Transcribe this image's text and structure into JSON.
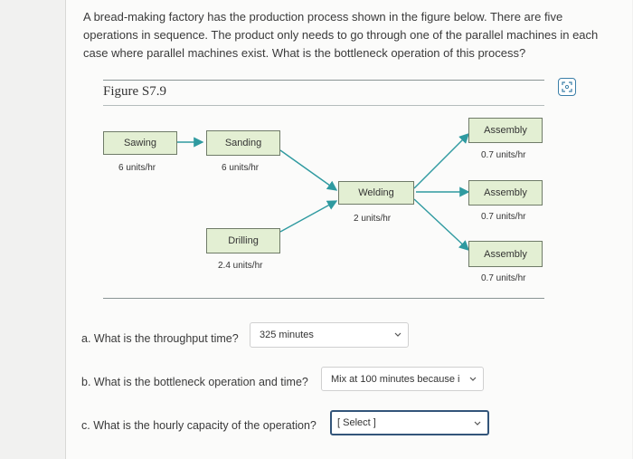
{
  "question": {
    "text": "A bread-making factory has the production process shown in the figure below. There are five operations in sequence. The product only needs to go through one of the parallel machines in each case where parallel machines exist. What is the bottleneck operation of this process?"
  },
  "figure": {
    "title": "Figure S7.9",
    "operations": {
      "sawing": {
        "label": "Sawing",
        "rate": "6 units/hr"
      },
      "sanding": {
        "label": "Sanding",
        "rate": "6 units/hr"
      },
      "drilling": {
        "label": "Drilling",
        "rate": "2.4 units/hr"
      },
      "welding": {
        "label": "Welding",
        "rate": "2 units/hr"
      },
      "assembly1": {
        "label": "Assembly",
        "rate": "0.7 units/hr"
      },
      "assembly2": {
        "label": "Assembly",
        "rate": "0.7 units/hr"
      },
      "assembly3": {
        "label": "Assembly",
        "rate": "0.7 units/hr"
      }
    }
  },
  "answers": {
    "a": {
      "prompt": "a. What is the throughput time?",
      "value": "325 minutes"
    },
    "b": {
      "prompt": "b. What is the bottleneck operation and time?",
      "value": "Mix at 100 minutes because i"
    },
    "c": {
      "prompt": "c. What is the hourly capacity of the operation?",
      "value": "[ Select ]"
    }
  },
  "colors": {
    "box_fill": "#e3efd3",
    "arrow": "#2f9aa0",
    "select_active_border": "#33557a"
  }
}
